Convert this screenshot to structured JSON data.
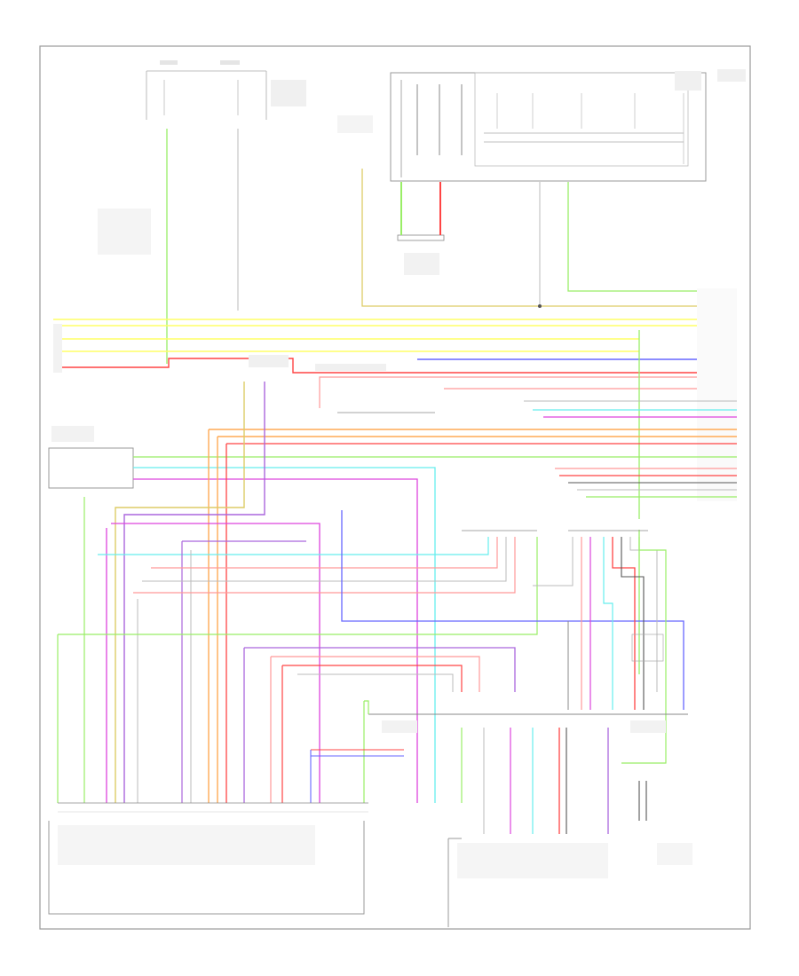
{
  "diagram": {
    "note": "",
    "colors": {
      "background": "#ffffff",
      "frame": "#9a9a9a",
      "text": "#666666",
      "wire_yellow": "#ffff66",
      "wire_green": "#99ee66",
      "wire_red": "#ff4444",
      "wire_pink": "#ff9999",
      "wire_orange": "#ffaa55",
      "wire_blue": "#6666ff",
      "wire_cyan": "#66eeee",
      "wire_magenta": "#dd44dd",
      "wire_purple": "#aa66dd",
      "wire_black": "#555555",
      "wire_gray": "#bbbbbb",
      "wire_tan": "#ddcc66"
    },
    "components": [
      {
        "id": "fuse-box",
        "text": ""
      },
      {
        "id": "switch-cluster",
        "text": ""
      },
      {
        "id": "connector-small",
        "text": ""
      },
      {
        "id": "module-left",
        "text": ""
      },
      {
        "id": "connector-a",
        "text": ""
      },
      {
        "id": "connector-b",
        "text": ""
      },
      {
        "id": "connector-c",
        "text": ""
      },
      {
        "id": "connector-d",
        "text": ""
      },
      {
        "id": "lower-box-left",
        "text": ""
      },
      {
        "id": "lower-box-right",
        "text": ""
      }
    ]
  }
}
